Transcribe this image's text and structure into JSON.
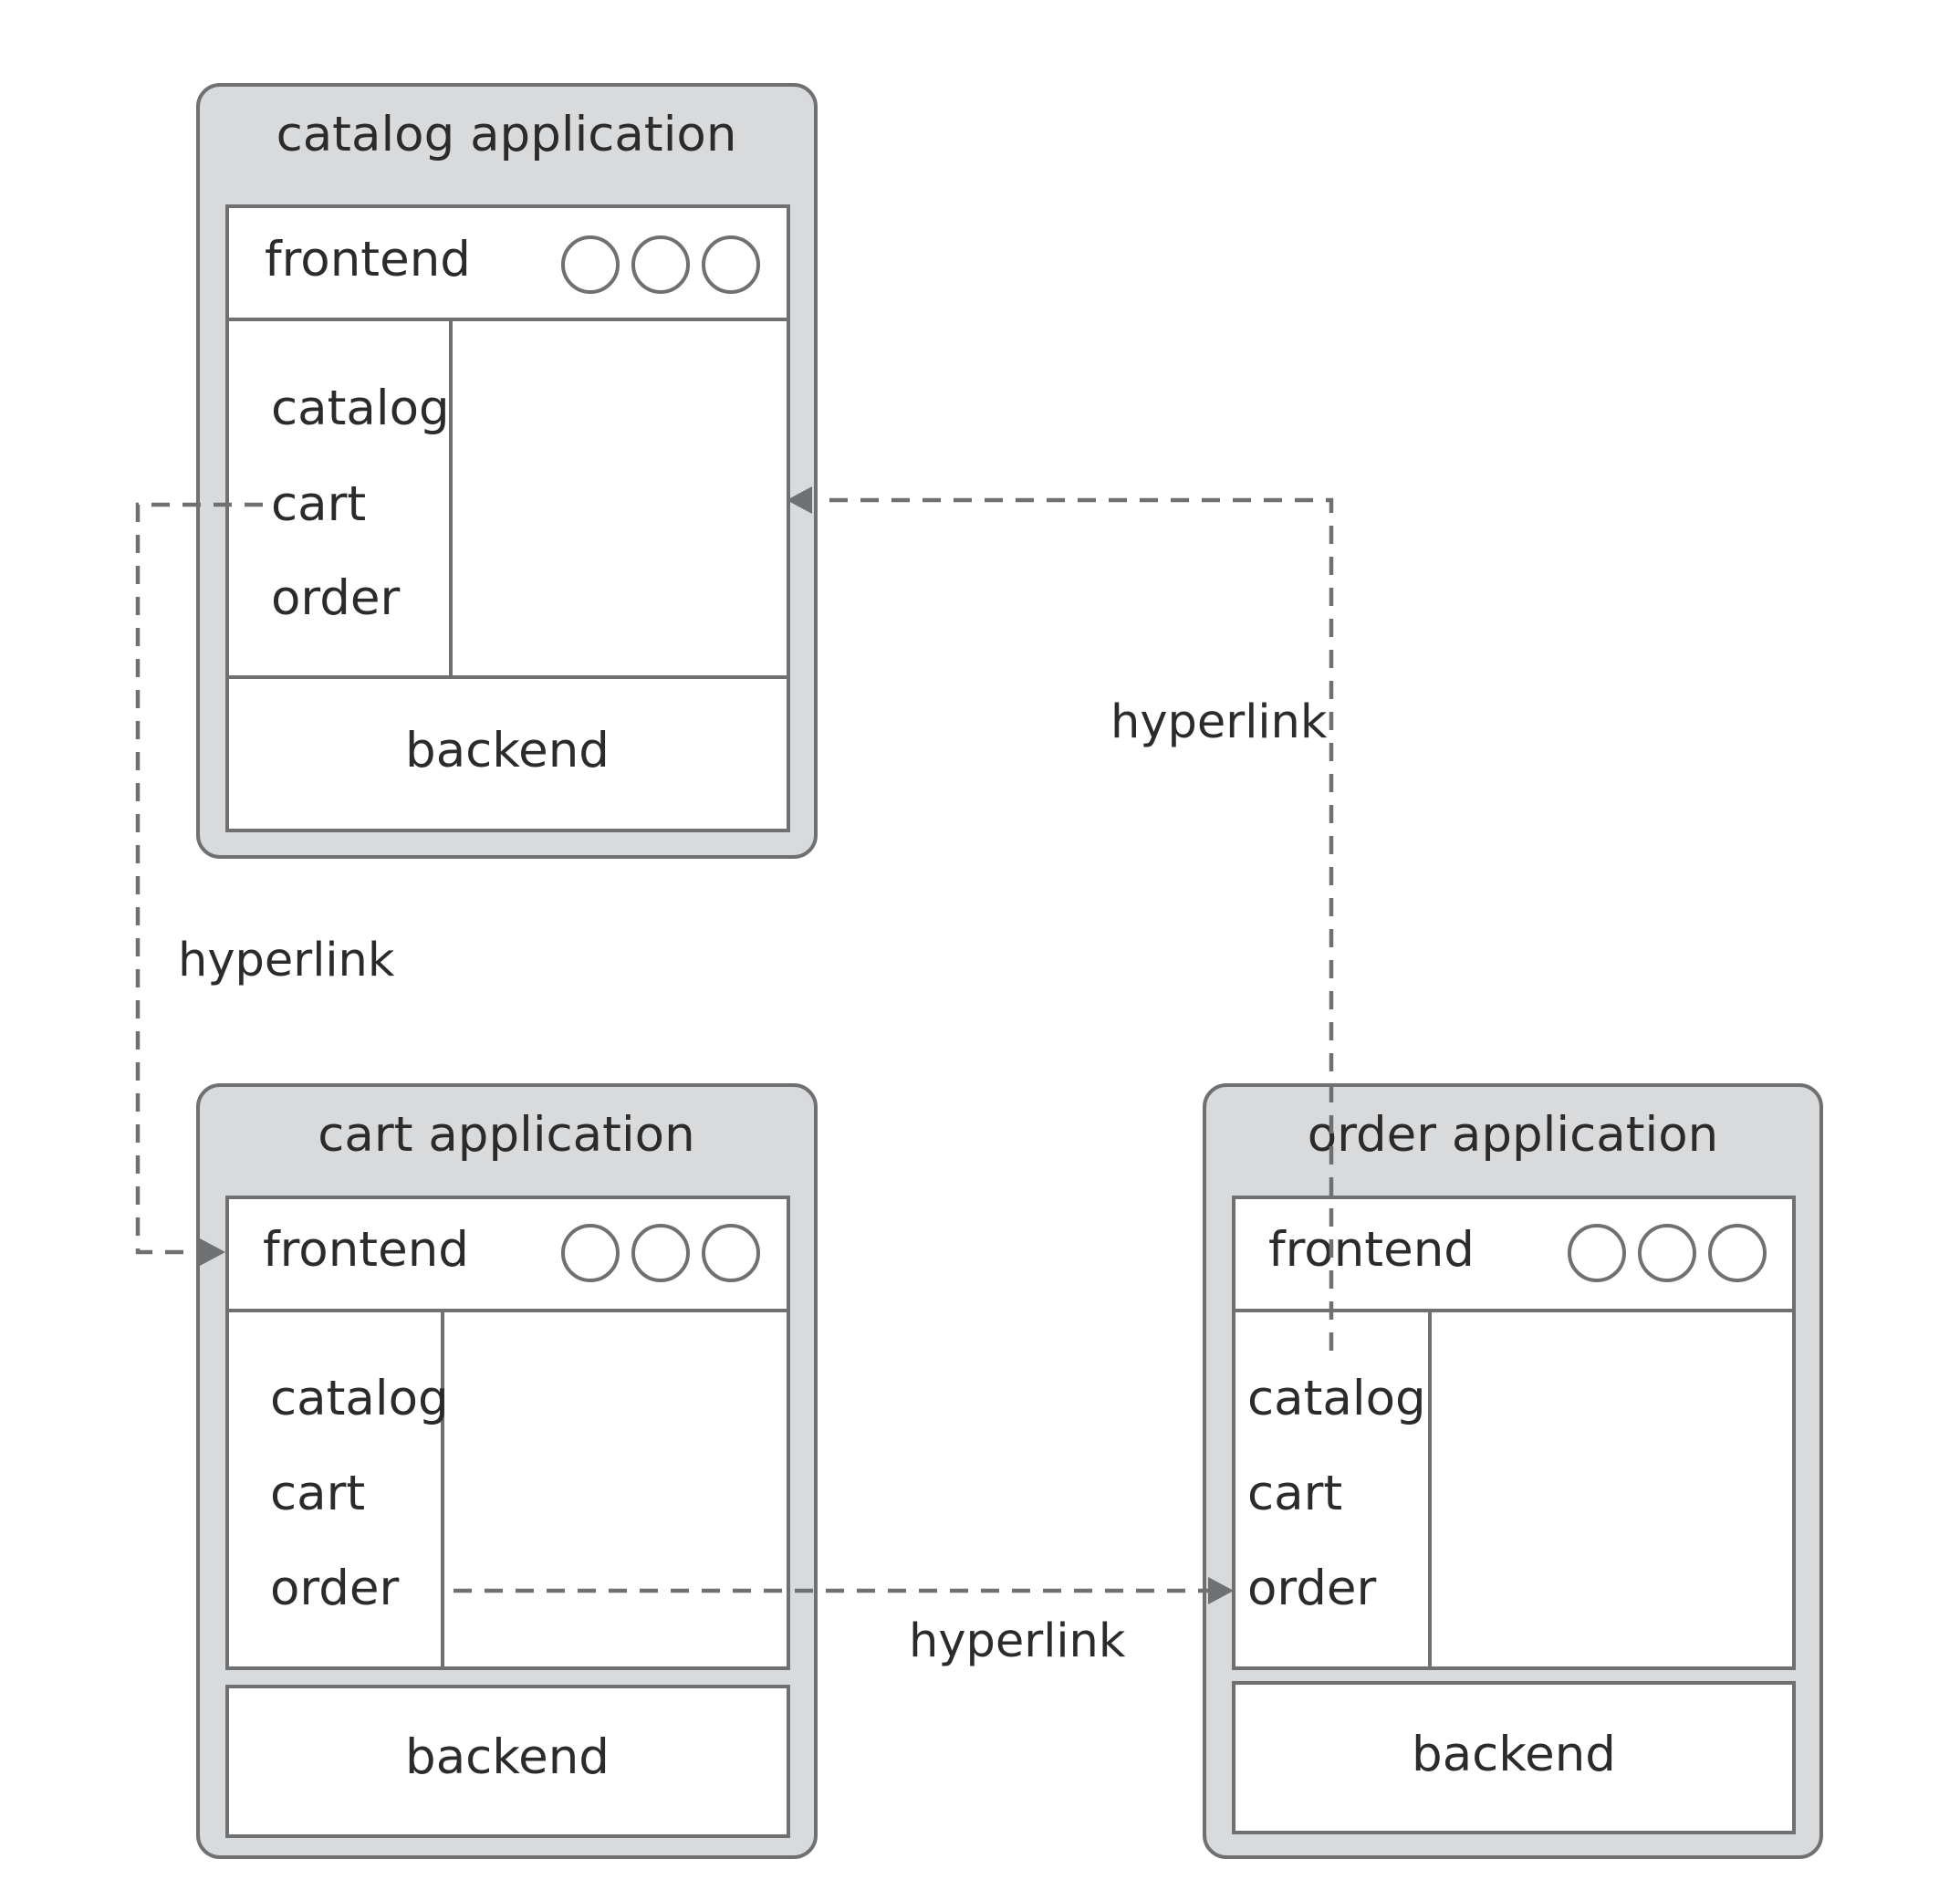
{
  "apps": [
    {
      "id": "catalog",
      "title": "catalog application",
      "frontend": "frontend",
      "nav": [
        "catalog",
        "cart",
        "order"
      ],
      "backend": "backend"
    },
    {
      "id": "cart",
      "title": "cart application",
      "frontend": "frontend",
      "nav": [
        "catalog",
        "cart",
        "order"
      ],
      "backend": "backend"
    },
    {
      "id": "order",
      "title": "order application",
      "frontend": "frontend",
      "nav": [
        "catalog",
        "cart",
        "order"
      ],
      "backend": "backend"
    }
  ],
  "links": [
    {
      "id": "catalog-cart-to-cart-app",
      "label": "hyperlink"
    },
    {
      "id": "order-catalog-to-catalog-app",
      "label": "hyperlink"
    },
    {
      "id": "cart-order-to-order-app",
      "label": "hyperlink"
    }
  ],
  "colors": {
    "stroke": "#6f7072",
    "panel": "#d9dadc",
    "text": "#2b2b2b"
  }
}
